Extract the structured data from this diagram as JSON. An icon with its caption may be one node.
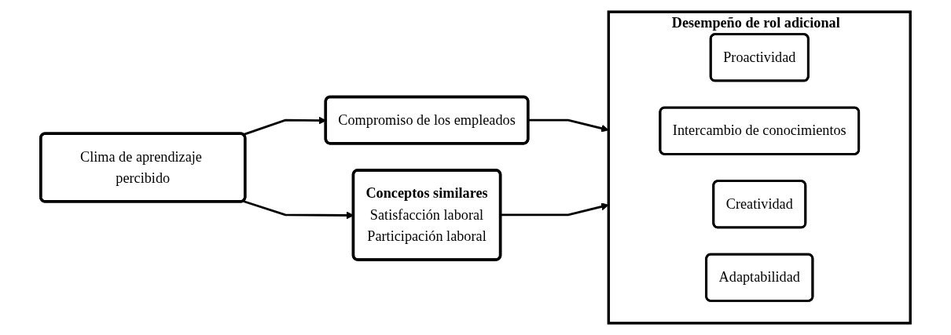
{
  "diagram": {
    "nodes": [
      {
        "text": [
          "Clima de aprendizaje percibido"
        ]
      },
      {
        "text": [
          "Compromiso de los empleados"
        ]
      },
      {
        "text": [
          "Desempeño de rol adicional"
        ]
      },
      {
        "text": [
          "Proactividad"
        ],
        "in": 2
      },
      {
        "text": [
          "Intercambio de conocimientos"
        ],
        "in": 2
      },
      {
        "text": [
          "Creatividad"
        ],
        "in": 2
      },
      {
        "text": [
          "Adaptabilidad"
        ],
        "in": 2
      },
      {
        "text": [
          "Conceptos similares",
          "Satisfacción laboral",
          "Participación laboral"
        ]
      }
    ],
    "edges": [
      {
        "from": 0,
        "to": 1,
        "arrow": "to"
      },
      {
        "from": 1,
        "to": 2,
        "arrow": "to"
      },
      {
        "from": 0,
        "to": 7,
        "arrow": "to"
      },
      {
        "from": 7,
        "to": 2,
        "arrow": "to"
      }
    ]
  }
}
